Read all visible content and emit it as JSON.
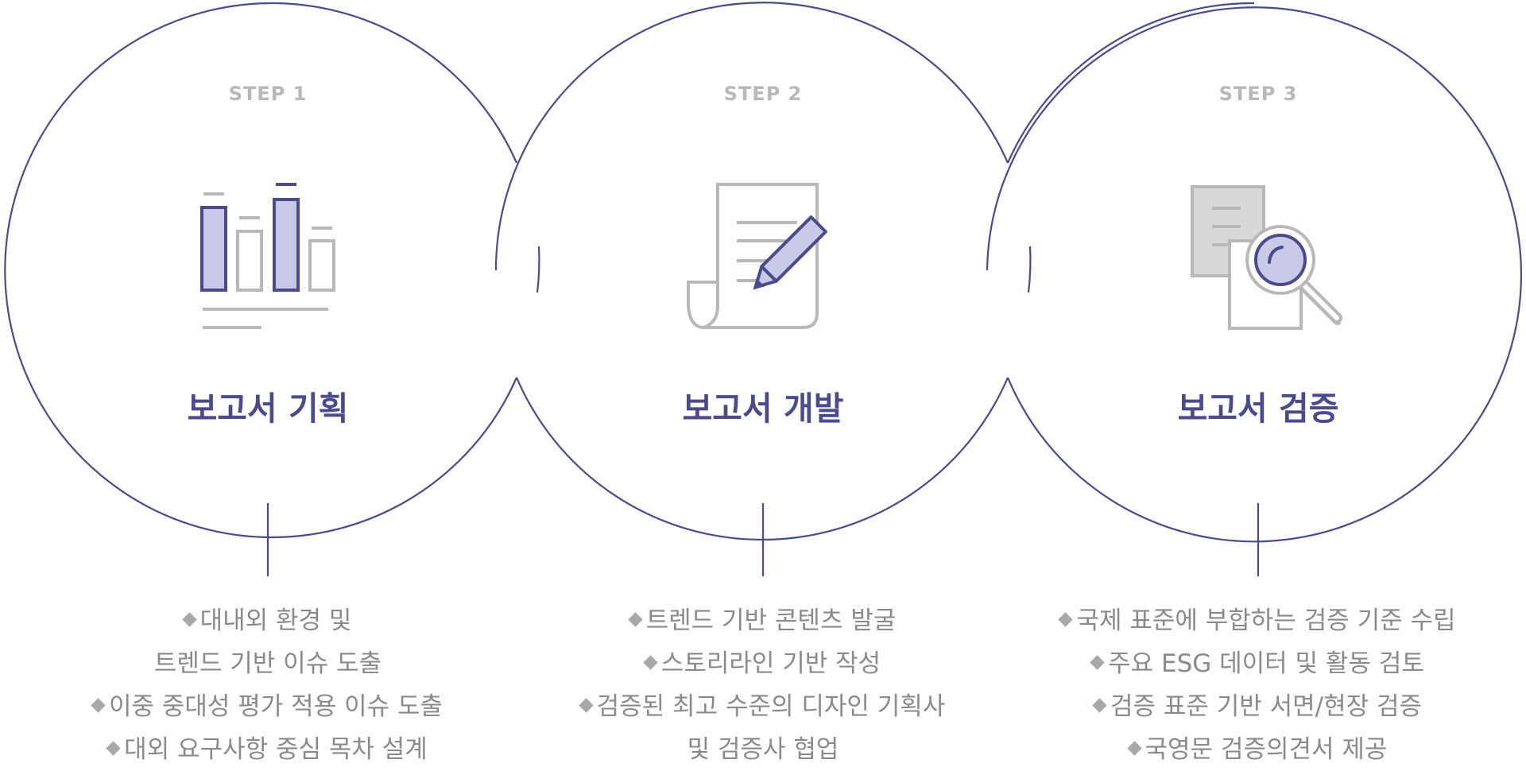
{
  "colors": {
    "accent": "#4a4a8c",
    "accent_fill": "#c9c9e8",
    "muted": "#b8b8b8",
    "text": "#8a8a8a"
  },
  "steps": [
    {
      "label": "STEP 1",
      "title": "보고서 기획",
      "icon": "bar-chart-icon",
      "lines": [
        {
          "text": "대내외 환경 및",
          "bullet": true
        },
        {
          "text": "트렌드 기반 이슈 도출",
          "bullet": false
        },
        {
          "text": "이중 중대성 평가 적용 이슈 도출",
          "bullet": true
        },
        {
          "text": "대외 요구사항 중심 목차 설계",
          "bullet": true
        }
      ]
    },
    {
      "label": "STEP 2",
      "title": "보고서 개발",
      "icon": "document-pencil-icon",
      "lines": [
        {
          "text": "트렌드 기반 콘텐츠 발굴",
          "bullet": true
        },
        {
          "text": "스토리라인 기반 작성",
          "bullet": true
        },
        {
          "text": "검증된 최고 수준의 디자인 기획사",
          "bullet": true
        },
        {
          "text": "및 검증사 협업",
          "bullet": false
        }
      ]
    },
    {
      "label": "STEP 3",
      "title": "보고서 검증",
      "icon": "document-magnifier-icon",
      "lines": [
        {
          "text": "국제 표준에 부합하는 검증 기준 수립",
          "bullet": true
        },
        {
          "text": "주요 ESG 데이터 및 활동 검토",
          "bullet": true
        },
        {
          "text": "검증 표준 기반 서면/현장 검증",
          "bullet": true
        },
        {
          "text": "국영문 검증의견서 제공",
          "bullet": true
        }
      ]
    }
  ]
}
